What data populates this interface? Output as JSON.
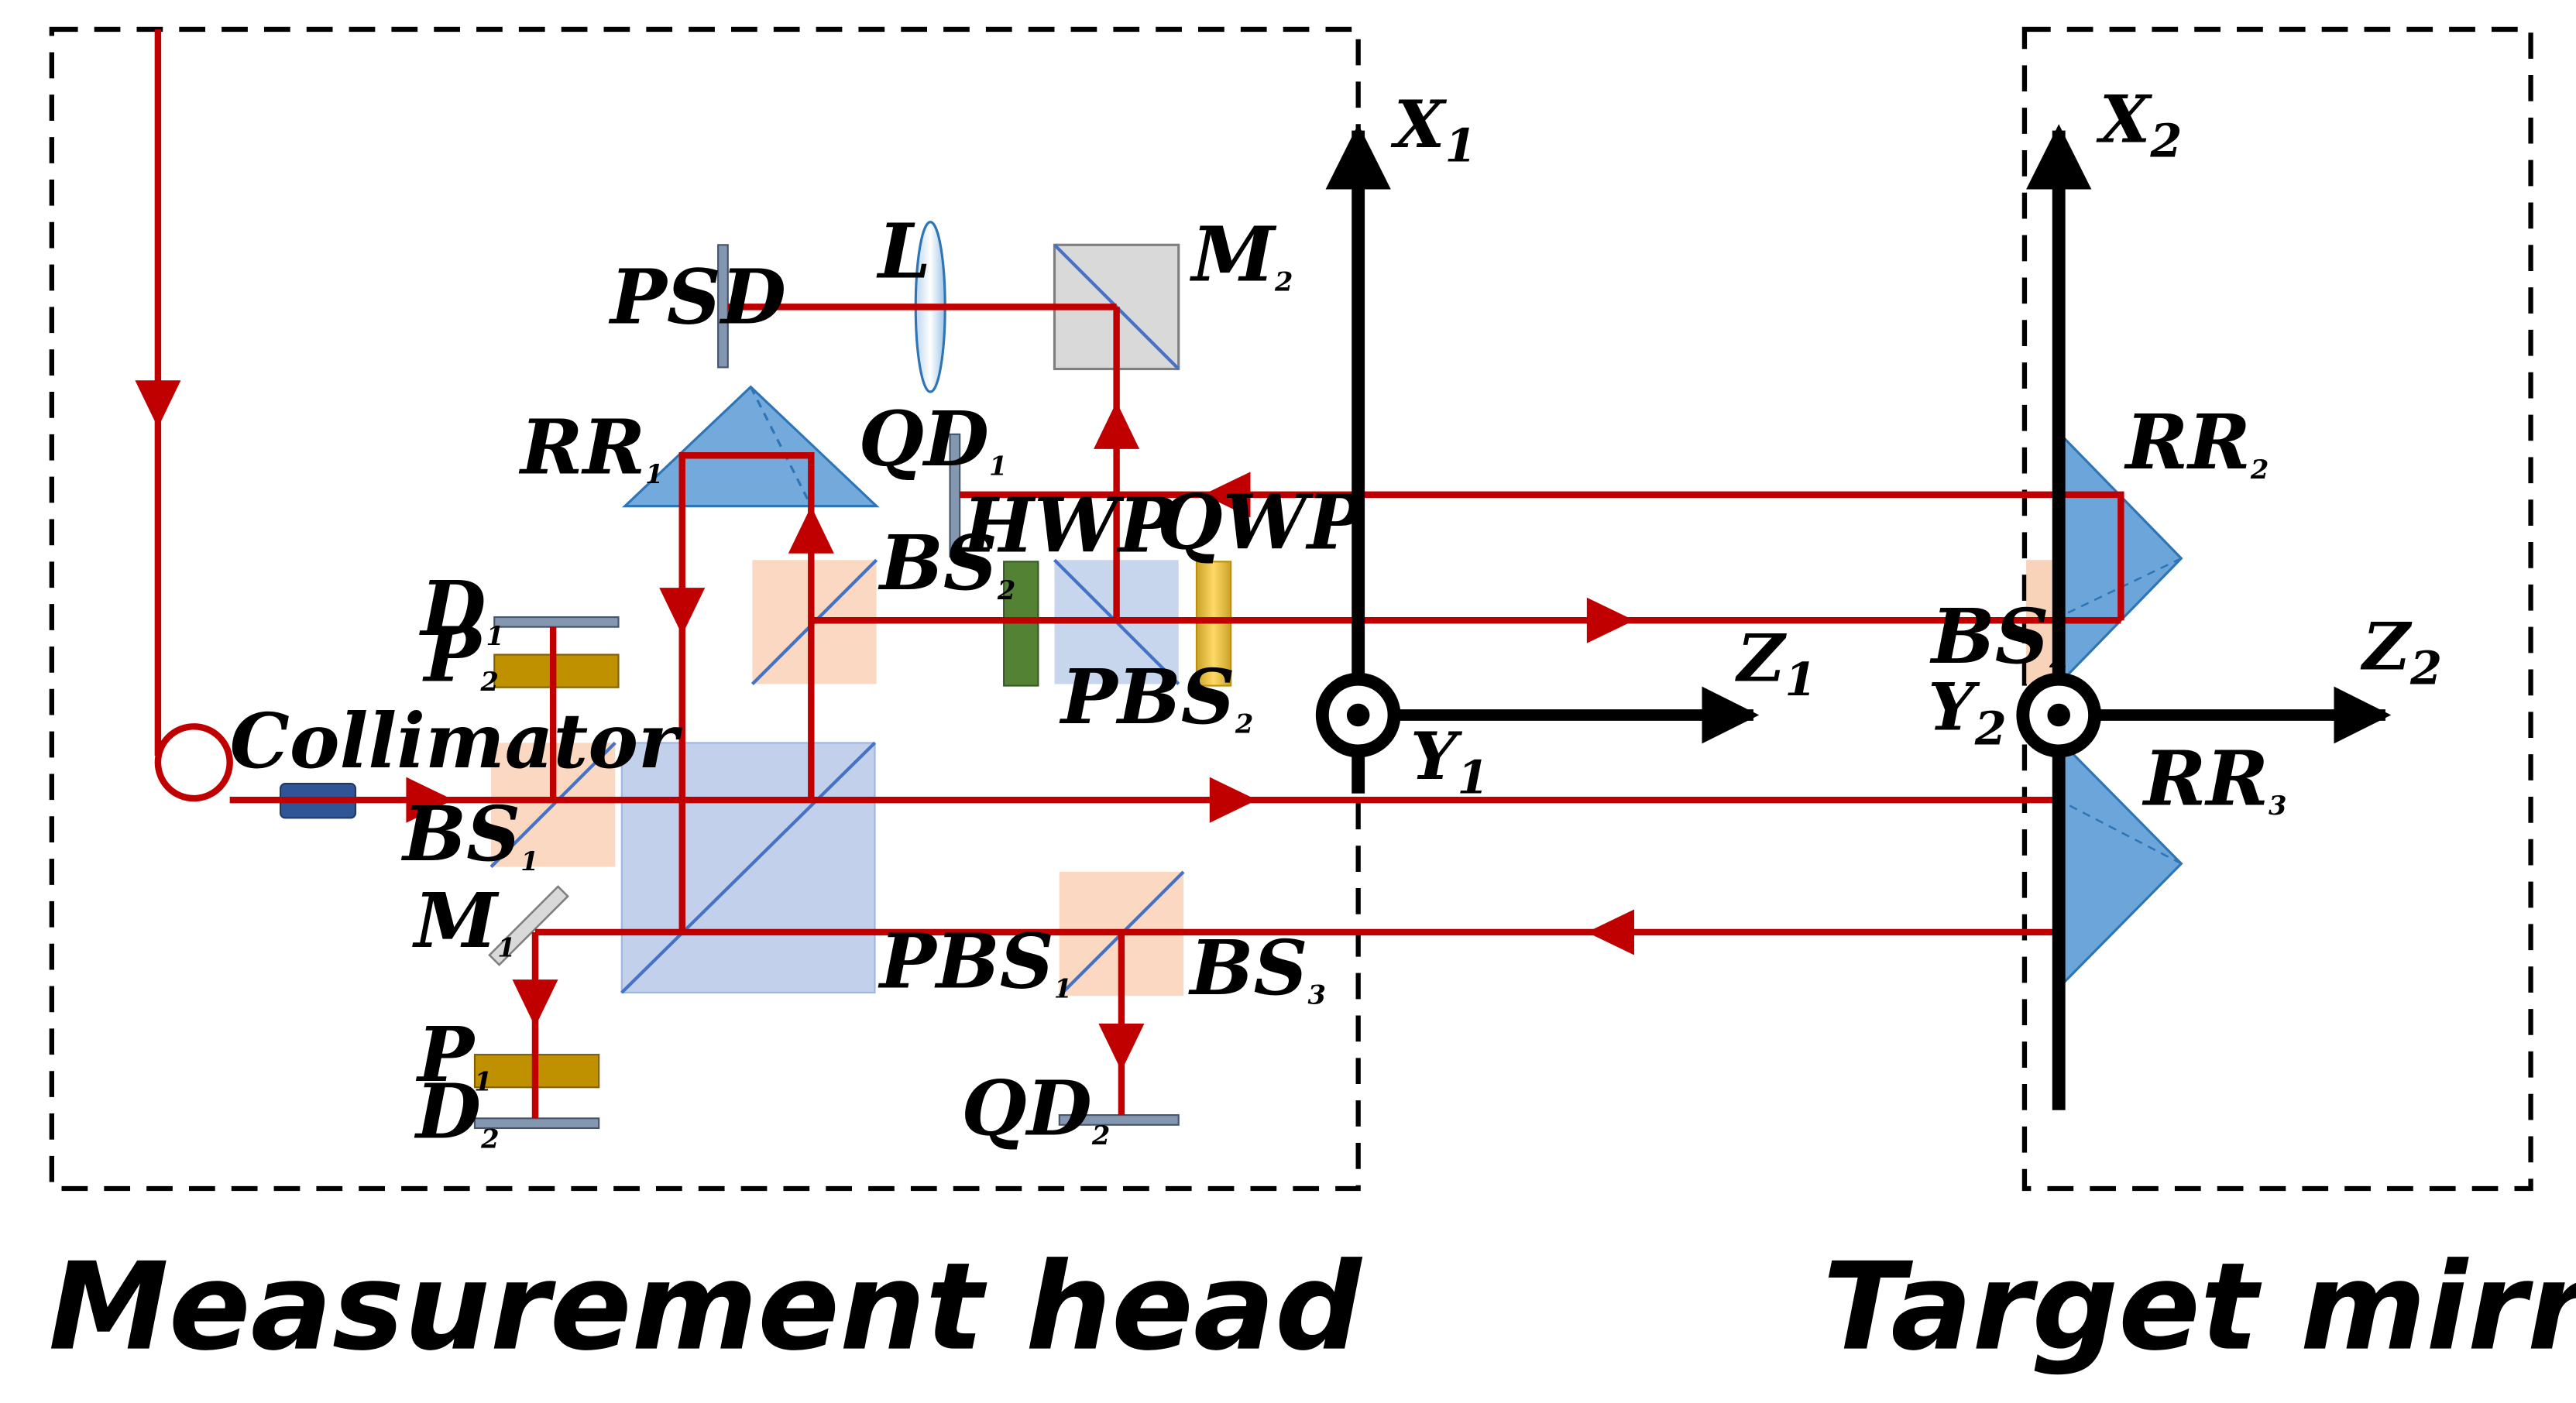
{
  "boxes": {
    "measurement_head": "Measurement head",
    "target_mirror": "Target mirror"
  },
  "components": {
    "psd": "PSD",
    "lens": "L",
    "m2": {
      "base": "M",
      "sub": "2"
    },
    "rr1": {
      "base": "RR",
      "sub": "1"
    },
    "qd1": {
      "base": "QD",
      "sub": "1"
    },
    "hwp": "HWP",
    "qwp": "QWP",
    "bs2": {
      "base": "BS",
      "sub": "2"
    },
    "pbs2": {
      "base": "PBS",
      "sub": "2"
    },
    "d1": {
      "base": "D",
      "sub": "1"
    },
    "p2": {
      "base": "P",
      "sub": "2"
    },
    "collimator": "Collimator",
    "bs1": {
      "base": "BS",
      "sub": "1"
    },
    "m1": {
      "base": "M",
      "sub": "1"
    },
    "pbs1": {
      "base": "PBS",
      "sub": "1"
    },
    "bs3": {
      "base": "BS",
      "sub": "3"
    },
    "p1": {
      "base": "P",
      "sub": "1"
    },
    "d2": {
      "base": "D",
      "sub": "2"
    },
    "qd2": {
      "base": "QD",
      "sub": "2"
    },
    "rr2": {
      "base": "RR",
      "sub": "2"
    },
    "bs4": {
      "base": "BS",
      "sub": "4"
    },
    "rr3": {
      "base": "RR",
      "sub": "3"
    }
  },
  "axes": {
    "x1": {
      "base": "X",
      "sub": "1"
    },
    "z1": {
      "base": "Z",
      "sub": "1"
    },
    "y1": {
      "base": "Y",
      "sub": "1"
    },
    "x2": {
      "base": "X",
      "sub": "2"
    },
    "z2": {
      "base": "Z",
      "sub": "2"
    },
    "y2": {
      "base": "Y",
      "sub": "2"
    }
  },
  "colors": {
    "beam": "#c00000",
    "dashed_box": "#000000",
    "pbs_blue": "#8faadc",
    "bs_orange": "#f8cbad",
    "polarizer": "#bf9000",
    "hwp_green": "#548235",
    "qwp_gold": "#ffc000",
    "retro_blue": "#5b9bd5",
    "collimator_blue": "#2f5597",
    "detector": "#8497b0",
    "mirror_gray": "#bfbfbf"
  }
}
